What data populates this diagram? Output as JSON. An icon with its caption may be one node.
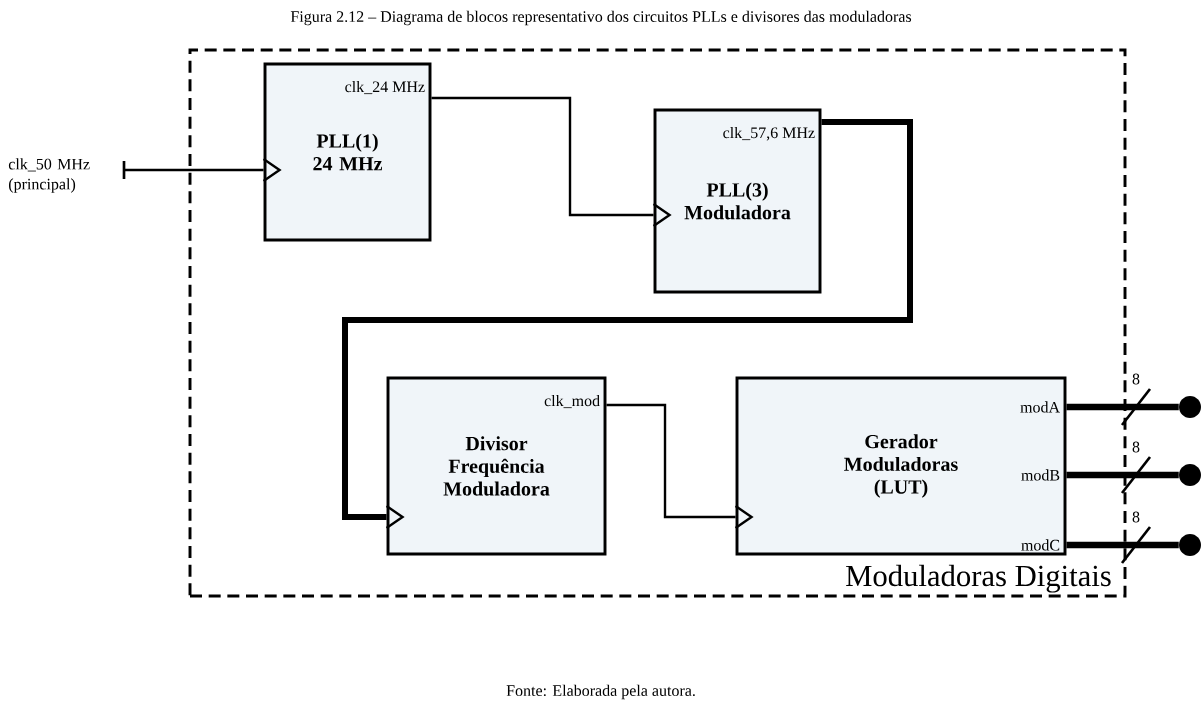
{
  "diagram": {
    "title": "Figura 2.12 – Diagrama de blocos representativo dos circuitos PLLs e divisores das moduladoras",
    "caption": "Fonte: Elaborada pela autora.",
    "nodes": [
      {
        "text": [
          "Moduladoras Digitais"
        ]
      },
      {
        "text": [
          "clk_24 MHz",
          "PLL(1) 24 MHz"
        ],
        "in": 0
      },
      {
        "text": [
          "clk_57,6 MHz",
          "PLL(3) Moduladora"
        ],
        "in": 0
      },
      {
        "text": [
          "clk_mod",
          "Divisor Frequência Moduladora"
        ],
        "in": 0
      },
      {
        "text": [
          "Gerador Moduladoras (LUT)",
          "modA",
          "modB",
          "modC"
        ],
        "in": 0
      },
      {
        "text": [
          "clk_50 MHz (principal)"
        ]
      },
      {
        "text": [],
        "shape": "circle"
      },
      {
        "text": [],
        "shape": "circle"
      },
      {
        "text": [],
        "shape": "circle"
      }
    ],
    "edges": [
      {
        "from": 5,
        "to": 1,
        "arrow": "to"
      },
      {
        "from": 1,
        "to": 2,
        "arrow": "to"
      },
      {
        "from": 2,
        "to": 3,
        "arrow": "to"
      },
      {
        "from": 3,
        "to": 4,
        "arrow": "to"
      },
      {
        "from": 4,
        "to": 6,
        "arrow": "none",
        "label": "8"
      },
      {
        "from": 4,
        "to": 7,
        "arrow": "none",
        "label": "8"
      },
      {
        "from": 4,
        "to": 8,
        "arrow": "none",
        "label": "8"
      }
    ]
  }
}
